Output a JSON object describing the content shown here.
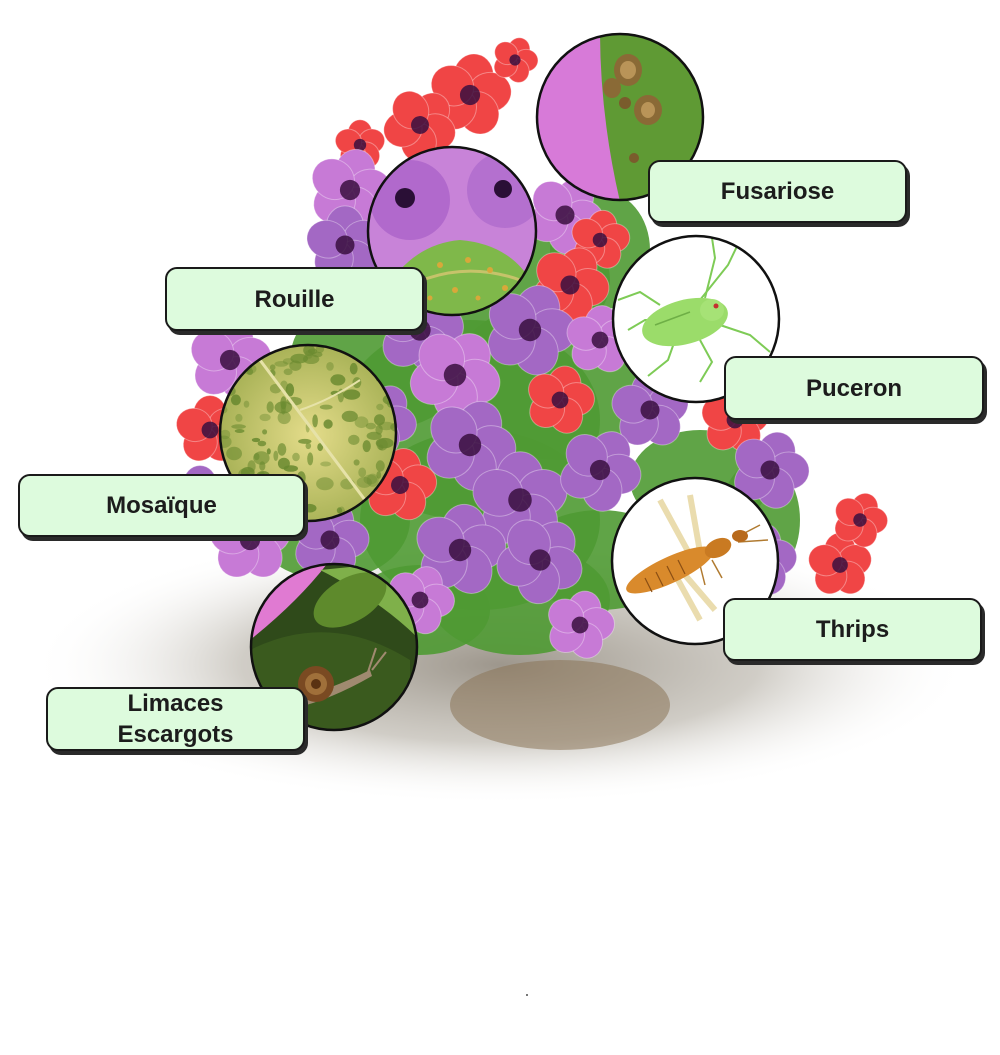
{
  "labels": {
    "fusariose": "Fusariose",
    "rouille": "Rouille",
    "puceron": "Puceron",
    "mosaique": "Mosaïque",
    "thrips": "Thrips",
    "limaces_line1": "Limaces",
    "limaces_line2": "Escargots"
  },
  "icons": {
    "plant": "petunia-flower-basket-icon",
    "fusariose": "leaf-spot-icon",
    "rouille": "rust-leaf-icon",
    "puceron": "aphid-icon",
    "mosaique": "mosaic-leaf-icon",
    "thrips": "thrips-insect-icon",
    "limaces": "snail-icon"
  },
  "colors": {
    "label_fill": "#ddfbdd",
    "label_border": "#1a1a1a",
    "petal_pink": "#c77ad6",
    "petal_purple": "#a368c4",
    "petal_red": "#f04545",
    "foliage": "#4f9a33",
    "aphid": "#9bdc6a",
    "thrips": "#d98a2c"
  }
}
